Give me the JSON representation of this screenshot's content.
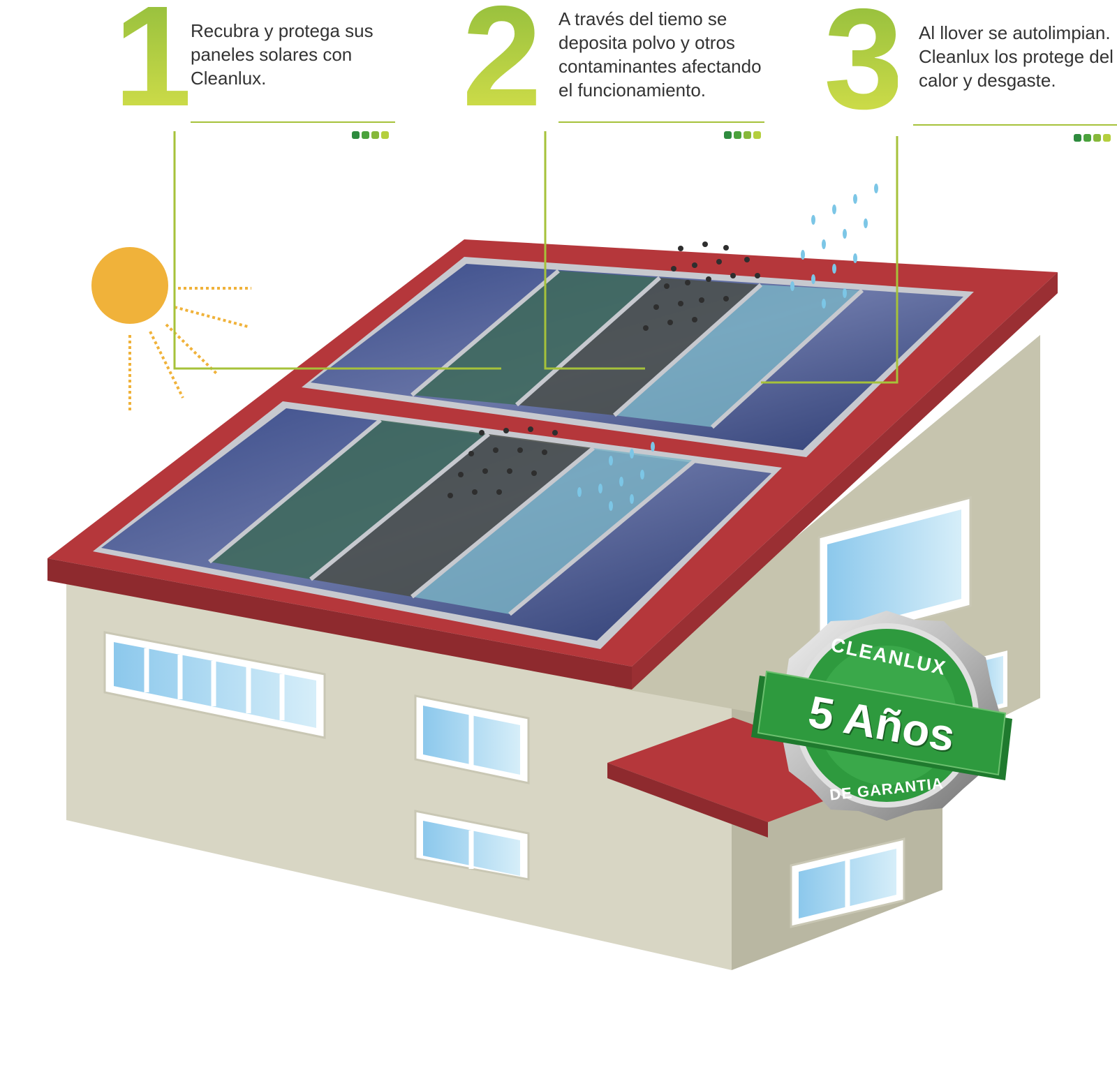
{
  "colors": {
    "accent_green": "#a6c23a",
    "accent_green_light": "#cfe05a",
    "roof_red": "#b5373b",
    "wall": "#d8d6c4",
    "panel_blue": "#2d3e78",
    "sun": "#f0b23a",
    "rain": "#7cc6e6",
    "badge_green": "#2e9a3e"
  },
  "steps": [
    {
      "number": "1",
      "text": "Recubra y protega sus\npaneles solares con\nCleanlux."
    },
    {
      "number": "2",
      "text": "A través del tiemo se\ndeposita polvo y otros\ncontaminantes afectando\nel funcionamiento."
    },
    {
      "number": "3",
      "text": "Al llover se autolimpian.\nCleanlux los protege del\ncalor y desgaste."
    }
  ],
  "icons": {
    "sun": "sun-icon",
    "dirt": "dust-particles-icon",
    "rain": "raindrop-icon",
    "badge": "warranty-seal-icon"
  },
  "badge": {
    "top_text": "CLEANLUX",
    "main_text": "5 Años",
    "bottom_text": "DE GARANTIA"
  }
}
